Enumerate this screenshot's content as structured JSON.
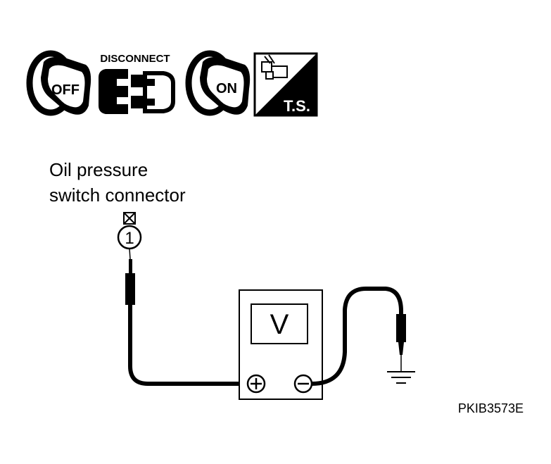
{
  "icons": [
    {
      "name": "ignition-off-icon",
      "label": "OFF"
    },
    {
      "name": "disconnect-icon",
      "label": "DISCONNECT"
    },
    {
      "name": "ignition-on-icon",
      "label": "ON"
    },
    {
      "name": "trouble-shooting-icon",
      "label": "T.S."
    }
  ],
  "connector": {
    "label_line1": "Oil pressure",
    "label_line2": "switch connector",
    "terminal": "1"
  },
  "meter": {
    "display": "V",
    "positive_symbol": "+",
    "negative_symbol": "−"
  },
  "figure_id": "PKIB3573E"
}
